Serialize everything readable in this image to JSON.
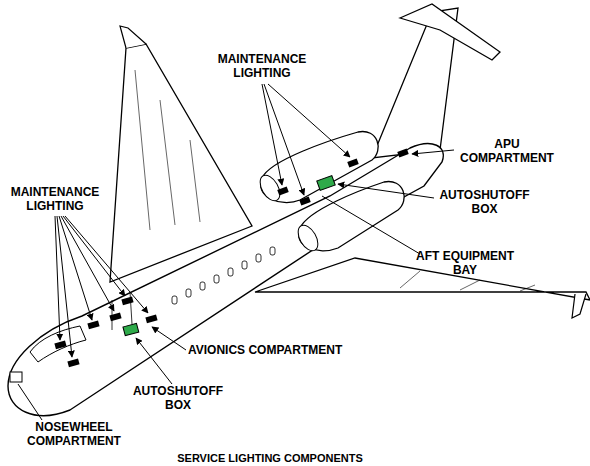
{
  "diagram": {
    "caption": "SERVICE LIGHTING COMPONENTS",
    "labels": [
      "MAINTENANCE LIGHTING",
      "APU COMPARTMENT",
      "AUTOSHUTOFF BOX",
      "AFT EQUIPMENT BAY",
      "MAINTENANCE LIGHTING",
      "AVIONICS COMPARTMENT",
      "AUTOSHUTOFF BOX",
      "NOSEWHEEL COMPARTMENT"
    ]
  }
}
